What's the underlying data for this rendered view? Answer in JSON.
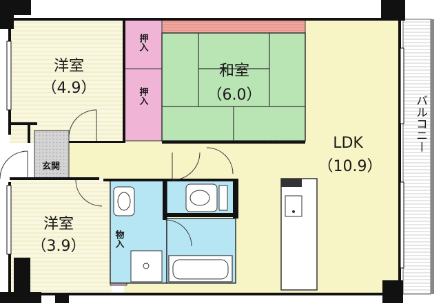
{
  "rooms": {
    "western_top": {
      "name": "洋室",
      "size": "（4.9）"
    },
    "japanese": {
      "name": "和室",
      "size": "（6.0）"
    },
    "ldk": {
      "name": "LDK",
      "size": "（10.9）"
    },
    "western_bottom": {
      "name": "洋室",
      "size": "（3.9）"
    },
    "closet_upper": "押入",
    "closet_lower": "押入",
    "storage": "物入",
    "entrance": "玄関",
    "balcony": "バルコニー"
  },
  "colors": {
    "wall": "#111111",
    "ldk_floor": "#f7f4c6",
    "western_floor": "#f4f0c4",
    "tatami": "#b9e4b4",
    "closet": "#f0b4d6",
    "wet_area": "#b6e6f3",
    "entrance": "#d4d4d4",
    "balcony": "#f2f2f2"
  }
}
